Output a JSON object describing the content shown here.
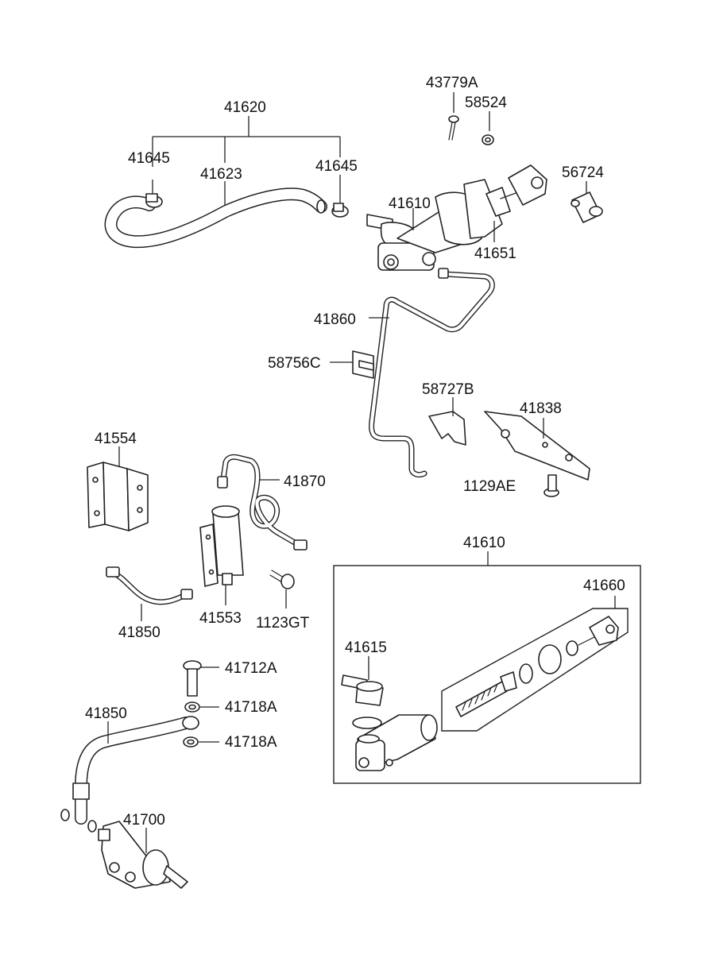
{
  "labels": {
    "p41620": "41620",
    "p41645_left": "41645",
    "p41623": "41623",
    "p41645_right": "41645",
    "p43779A": "43779A",
    "p58524": "58524",
    "p56724": "56724",
    "p41610_top": "41610",
    "p41651": "41651",
    "p41860": "41860",
    "p58756C": "58756C",
    "p58727B": "58727B",
    "p41838": "41838",
    "p1129AE": "1129AE",
    "p41554": "41554",
    "p41870": "41870",
    "p41553": "41553",
    "p1123GT": "1123GT",
    "p41850_top": "41850",
    "p41610_box": "41610",
    "p41660": "41660",
    "p41615": "41615",
    "p41712A": "41712A",
    "p41718A_1": "41718A",
    "p41718A_2": "41718A",
    "p41850_bottom": "41850",
    "p41700": "41700"
  }
}
